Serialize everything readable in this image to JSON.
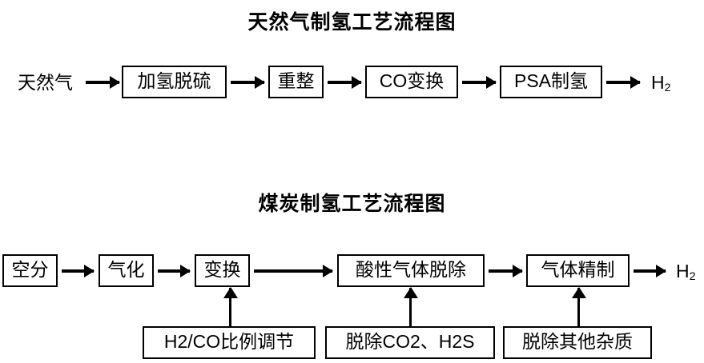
{
  "page": {
    "background_color": "#ffffff",
    "line_color": "#000000",
    "text_color": "#000000"
  },
  "diagrams": [
    {
      "id": "natural-gas-hydrogen",
      "title": "天然气制氢工艺流程图",
      "input_label": "天然气",
      "output_label_base": "H",
      "output_label_sub": "2",
      "steps": [
        {
          "label": "加氢脱硫"
        },
        {
          "label": "重整"
        },
        {
          "label": "CO变换"
        },
        {
          "label": "PSA制氢"
        }
      ]
    },
    {
      "id": "coal-hydrogen",
      "title": "煤炭制氢工艺流程图",
      "output_label_base": "H",
      "output_label_sub": "2",
      "steps": [
        {
          "label": "空分"
        },
        {
          "label": "气化"
        },
        {
          "label": "变换"
        },
        {
          "label": "酸性气体脱除"
        },
        {
          "label": "气体精制"
        }
      ],
      "annotations": [
        {
          "label": "H2/CO比例调节",
          "attaches_to": "变换"
        },
        {
          "label": "脱除CO2、H2S",
          "attaches_to": "酸性气体脱除"
        },
        {
          "label": "脱除其他杂质",
          "attaches_to": "气体精制"
        }
      ]
    }
  ]
}
